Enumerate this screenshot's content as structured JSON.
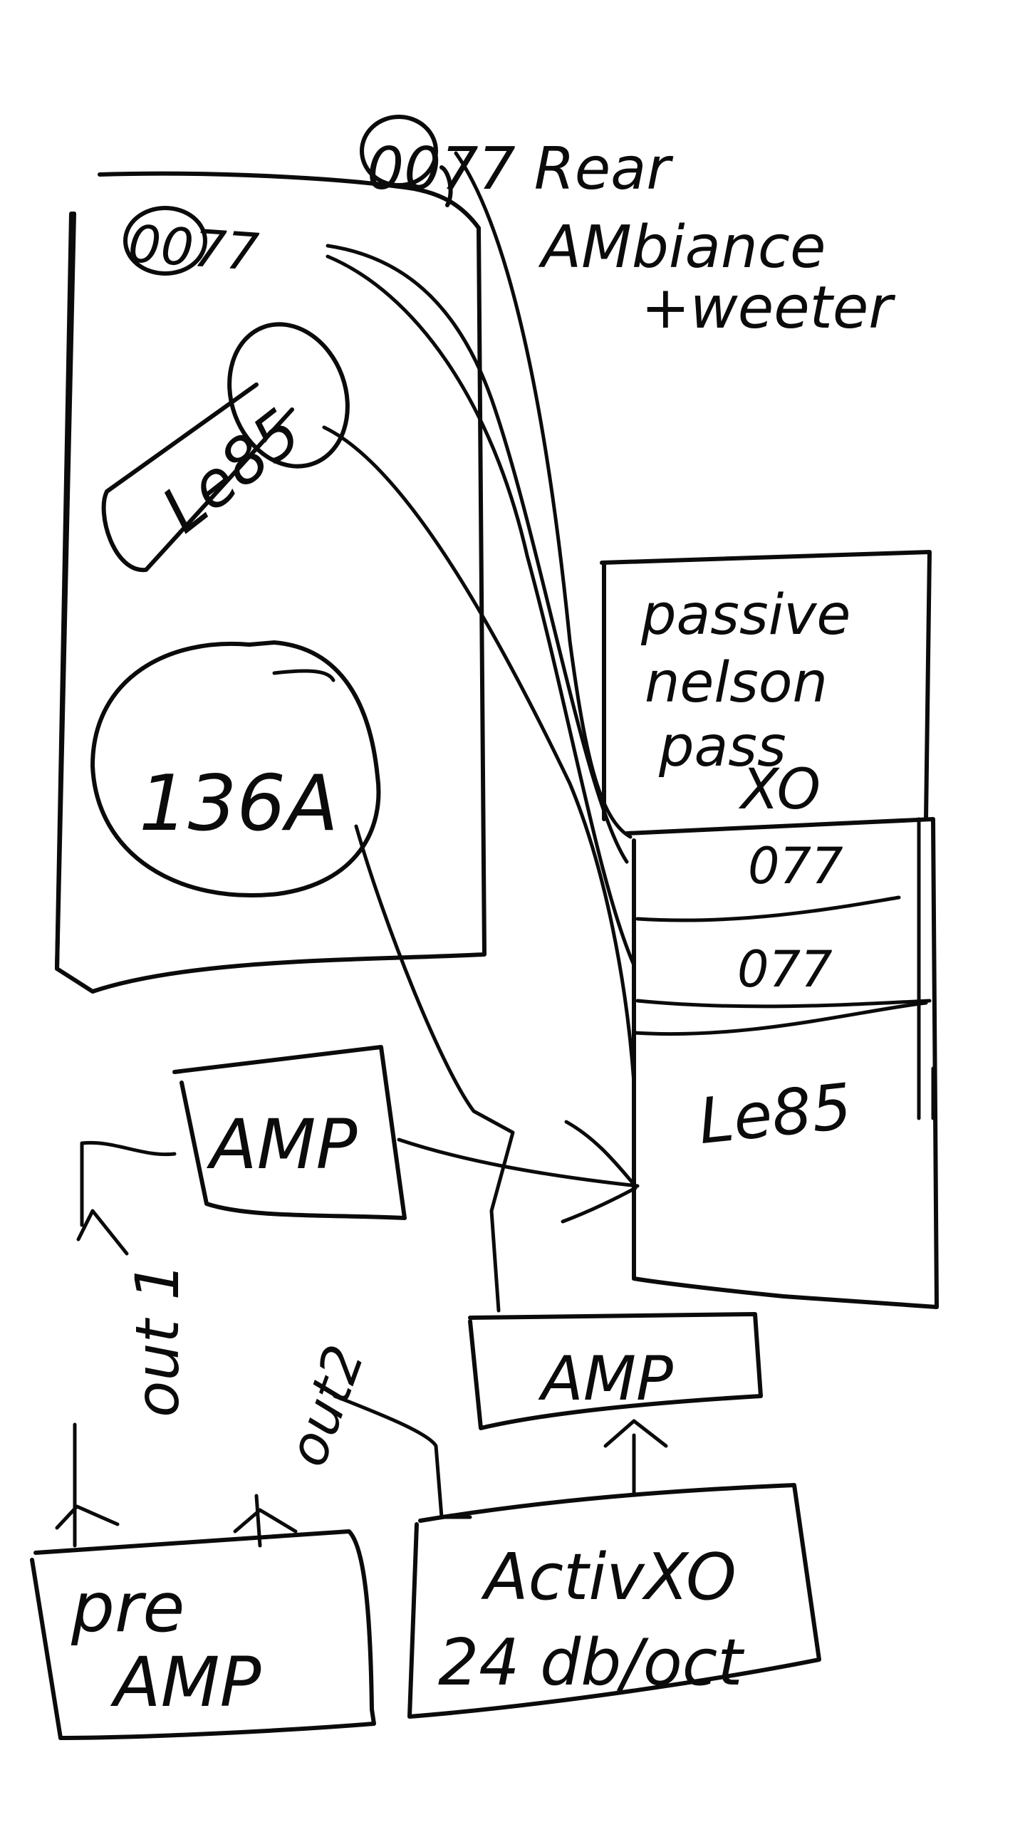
{
  "labels": {
    "top_speaker_label": "0077",
    "rear_label_line1": "0077 Rear",
    "rear_label_line2": "AMbiance",
    "rear_label_line3": "+weeter",
    "le85_driver": "Le85",
    "driver_136a": "136A",
    "passive_line1": "passive",
    "passive_line2": "nelson",
    "passive_line3": "pass",
    "passive_line4": "XO",
    "slot_1": "077",
    "slot_2": "077",
    "slot_3": "Le85",
    "amp_top": "AMP",
    "amp_right": "AMP",
    "out1": "out 1",
    "out2": "out2",
    "preamp_line1": "pre",
    "preamp_line2": "AMP",
    "activxo_line1": "ActivXO",
    "activxo_line2": "24 db/oct"
  }
}
